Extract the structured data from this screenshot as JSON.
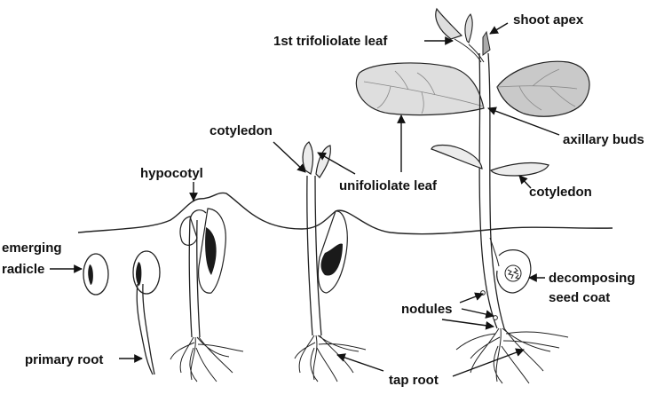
{
  "labels": {
    "shoot_apex": "shoot apex",
    "first_trifoliolate_leaf": "1st trifoliolate leaf",
    "axillary_buds": "axillary buds",
    "cotyledon_upper": "cotyledon",
    "hypocotyl": "hypocotyl",
    "unifoliolate_leaf": "unifoliolate leaf",
    "cotyledon_lower": "cotyledon",
    "emerging_radicle_line1": "emerging",
    "emerging_radicle_line2": "radicle",
    "decomposing_seed_coat_line1": "decomposing",
    "decomposing_seed_coat_line2": "seed coat",
    "nodules": "nodules",
    "primary_root": "primary root",
    "tap_root": "tap root"
  },
  "colors": {
    "line": "#222222",
    "leaf_fill": "#dedede",
    "leaf_fill_dark": "#c9c9c9",
    "cotyledon_fill": "#ececec",
    "seed_mark": "#1a1a1a",
    "background": "#ffffff"
  }
}
